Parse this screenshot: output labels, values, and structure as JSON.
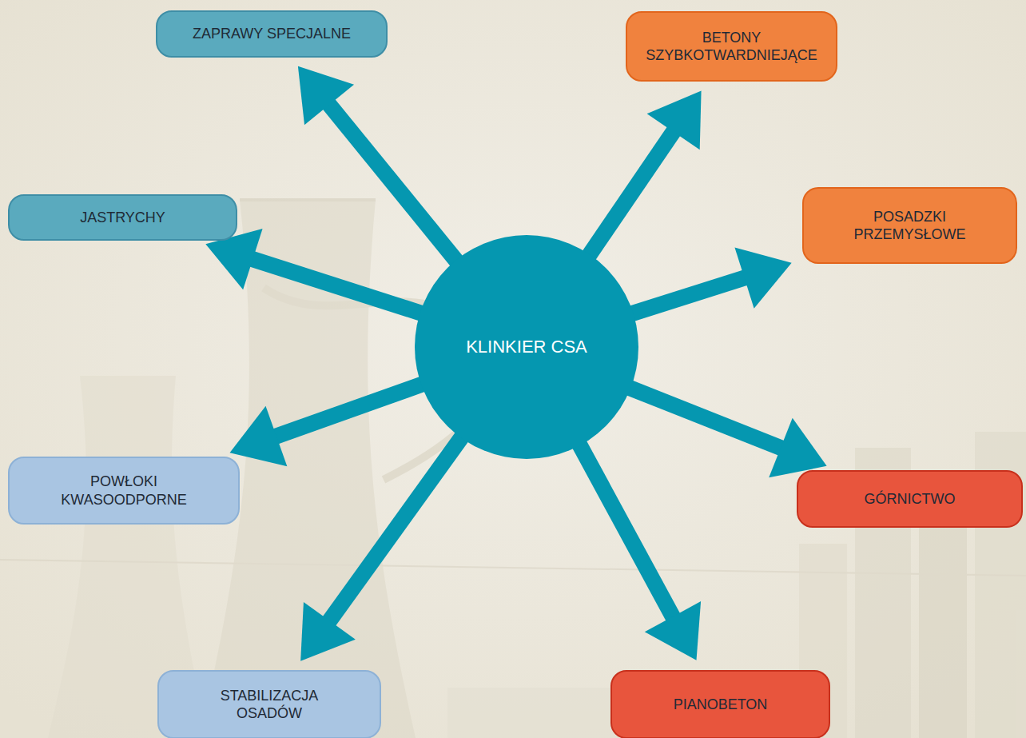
{
  "diagram": {
    "nodes": [
      {
        "text": [
          "KLINKIER CSA"
        ]
      },
      {
        "text": [
          "ZAPRAWY SPECJALNE"
        ]
      },
      {
        "text": [
          "BETONY SZYBKOTWARDNIEJĄCE"
        ]
      },
      {
        "text": [
          "JASTRYCHY"
        ]
      },
      {
        "text": [
          "POSADZKI PRZEMYSŁOWE"
        ]
      },
      {
        "text": [
          "POWŁOKI KWASOODPORNE"
        ]
      },
      {
        "text": [
          "GÓRNICTWO"
        ]
      },
      {
        "text": [
          "STABILIZACJA OSADÓW"
        ]
      },
      {
        "text": [
          "PIANOBETON"
        ]
      }
    ],
    "edges": [
      {
        "from": 0,
        "to": 1,
        "arrow": "to"
      },
      {
        "from": 0,
        "to": 2,
        "arrow": "to"
      },
      {
        "from": 0,
        "to": 3,
        "arrow": "to"
      },
      {
        "from": 0,
        "to": 4,
        "arrow": "to"
      },
      {
        "from": 0,
        "to": 5,
        "arrow": "to"
      },
      {
        "from": 0,
        "to": 6,
        "arrow": "to"
      },
      {
        "from": 0,
        "to": 7,
        "arrow": "to"
      },
      {
        "from": 0,
        "to": 8,
        "arrow": "to"
      }
    ]
  }
}
